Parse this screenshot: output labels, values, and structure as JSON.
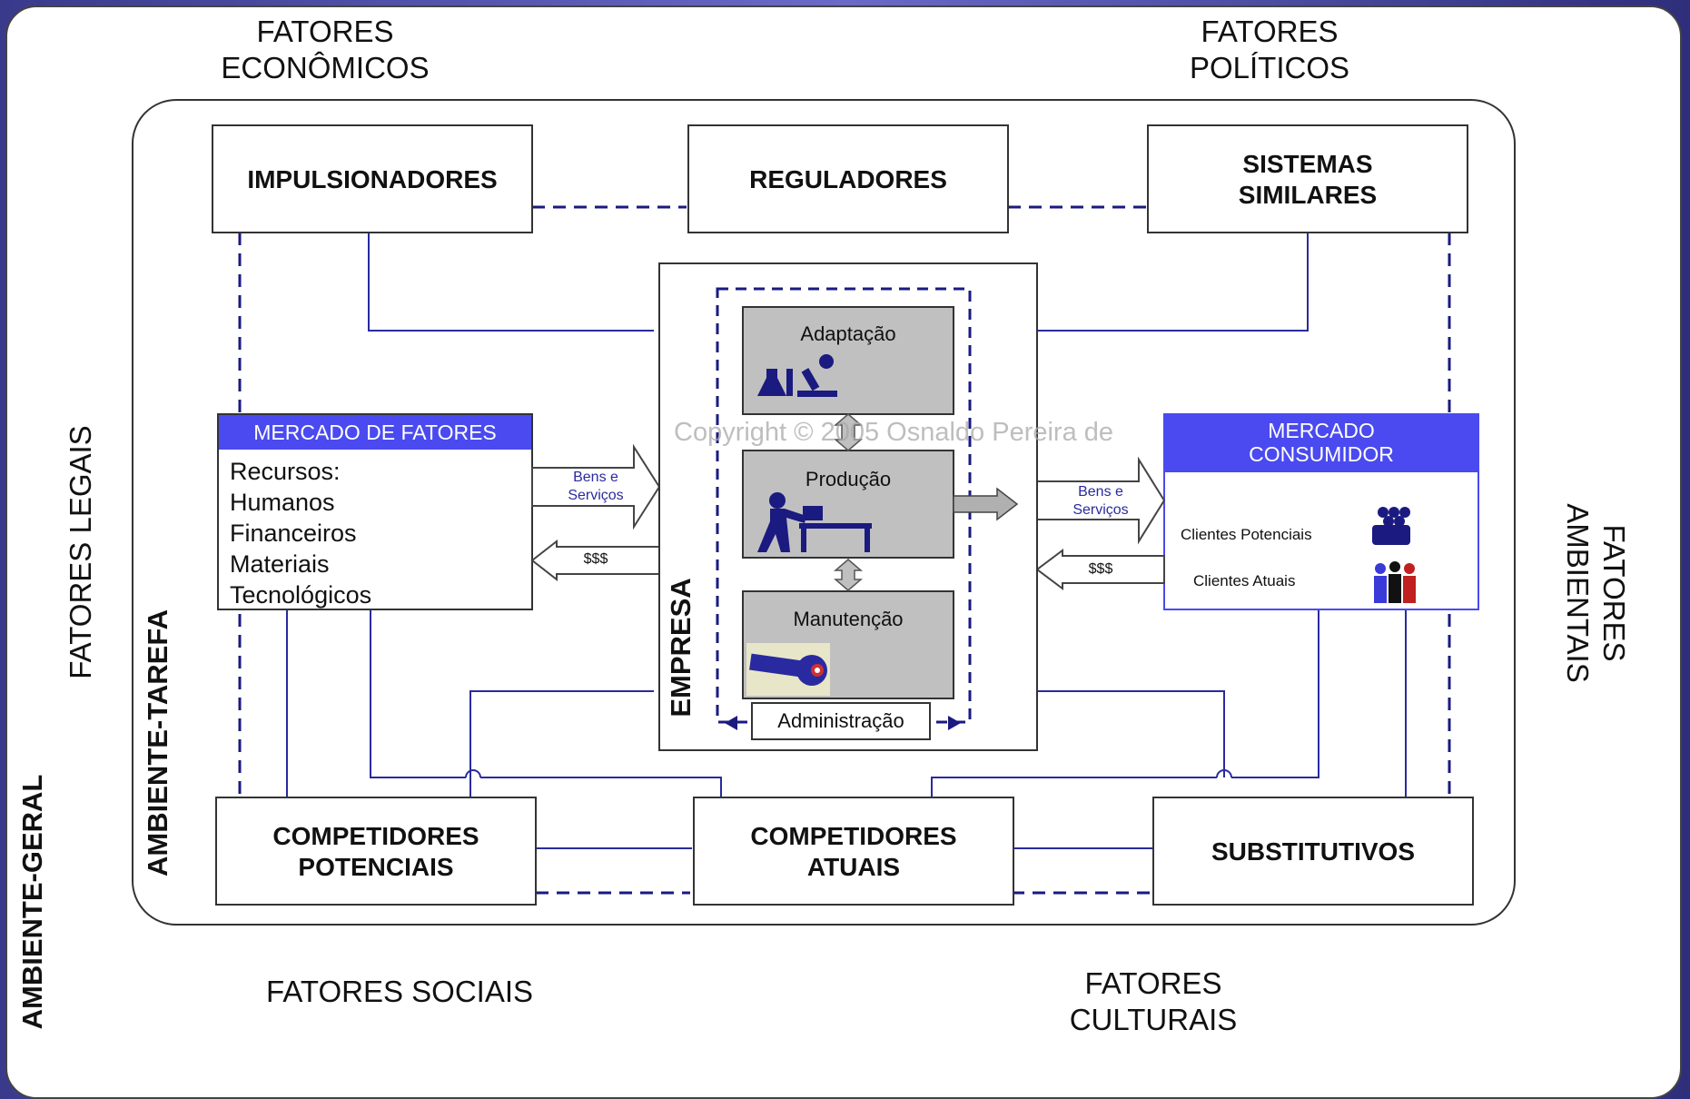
{
  "outer_factors": {
    "economicos": [
      "FATORES",
      "ECONÔMICOS"
    ],
    "politicos": [
      "FATORES",
      "POLÍTICOS"
    ],
    "legais": "FATORES LEGAIS",
    "ambientais": [
      "FATORES",
      "AMBIENTAIS"
    ],
    "sociais": "FATORES SOCIAIS",
    "culturais": [
      "FATORES",
      "CULTURAIS"
    ]
  },
  "labels": {
    "ambiente_geral": "AMBIENTE-GERAL",
    "ambiente_tarefa": "AMBIENTE-TAREFA",
    "empresa": "EMPRESA"
  },
  "boxes": {
    "impulsionadores": [
      "IMPULSIONADORES"
    ],
    "reguladores": [
      "REGULADORES"
    ],
    "sistemas_similares": [
      "SISTEMAS",
      "SIMILARES"
    ],
    "competidores_potenciais": [
      "COMPETIDORES",
      "POTENCIAIS"
    ],
    "competidores_atuais": [
      "COMPETIDORES",
      "ATUAIS"
    ],
    "substitutivos": [
      "SUBSTITUTIVOS"
    ]
  },
  "mercado_fatores": {
    "title": "MERCADO DE FATORES",
    "items": [
      "Recursos:",
      "Humanos",
      "Financeiros",
      "Materiais",
      "Tecnológicos"
    ]
  },
  "mercado_consumidor": {
    "title": [
      "MERCADO",
      "CONSUMIDOR"
    ],
    "clientes_potenciais": "Clientes Potenciais",
    "clientes_atuais": "Clientes Atuais"
  },
  "empresa": {
    "adaptacao": "Adaptação",
    "producao": "Produção",
    "manutencao": "Manutenção",
    "administracao": "Administração"
  },
  "arrows": {
    "bens_servicos": [
      "Bens e",
      "Serviços"
    ],
    "dinheiro": "$$$"
  },
  "watermark": "Copyright © 2005 Osnaldo Pereira de",
  "colors": {
    "accent_blue": "#4a4af0",
    "line_blue": "#2a2aa0",
    "dash_navy": "#1a1a80",
    "gray_box": "#c0c0c0"
  }
}
